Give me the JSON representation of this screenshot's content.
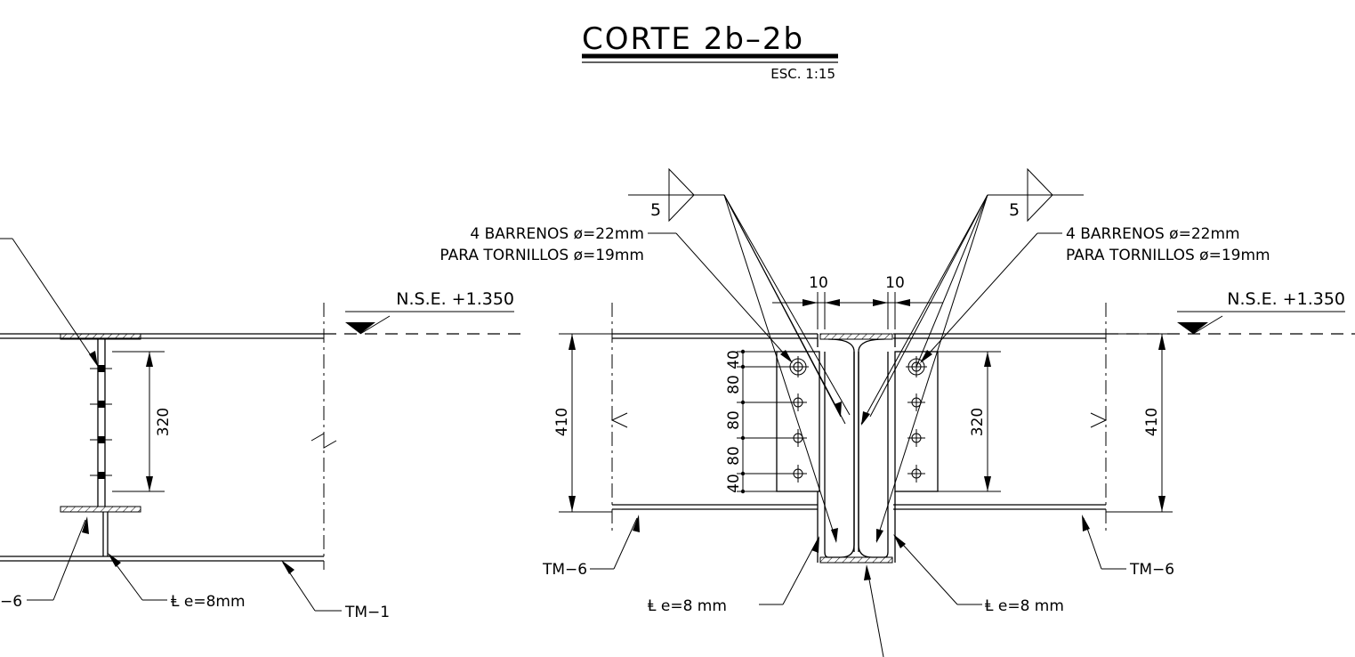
{
  "title": "CORTE  2b–2b",
  "scale": "ESC. 1:15",
  "left_detail": {
    "nse_label": "N.S.E.  +1.350",
    "dim_320": "320",
    "plate_label": "Ⱡ e=8mm",
    "tm6_label": "−6",
    "tm1_label": "TM−1"
  },
  "right_detail": {
    "weld_size_left": "5",
    "weld_size_right": "5",
    "holes_left_line1": "4  BARRENOS  ø=22mm",
    "holes_left_line2": "PARA  TORNILLOS  ø=19mm",
    "holes_right_line1": "4  BARRENOS  ø=22mm",
    "holes_right_line2": "PARA  TORNILLOS  ø=19mm",
    "gap_left": "10",
    "gap_right": "10",
    "nse_label": "N.S.E.  +1.350",
    "dim_410_left": "410",
    "dim_410_right": "410",
    "dim_320": "320",
    "bolt_spacing": [
      "40",
      "80",
      "80",
      "80",
      "40"
    ],
    "tm6_left": "TM−6",
    "tm6_right": "TM−6",
    "plate_left": "Ⱡ  e=8  mm",
    "plate_right": "Ⱡ  e=8  mm"
  }
}
